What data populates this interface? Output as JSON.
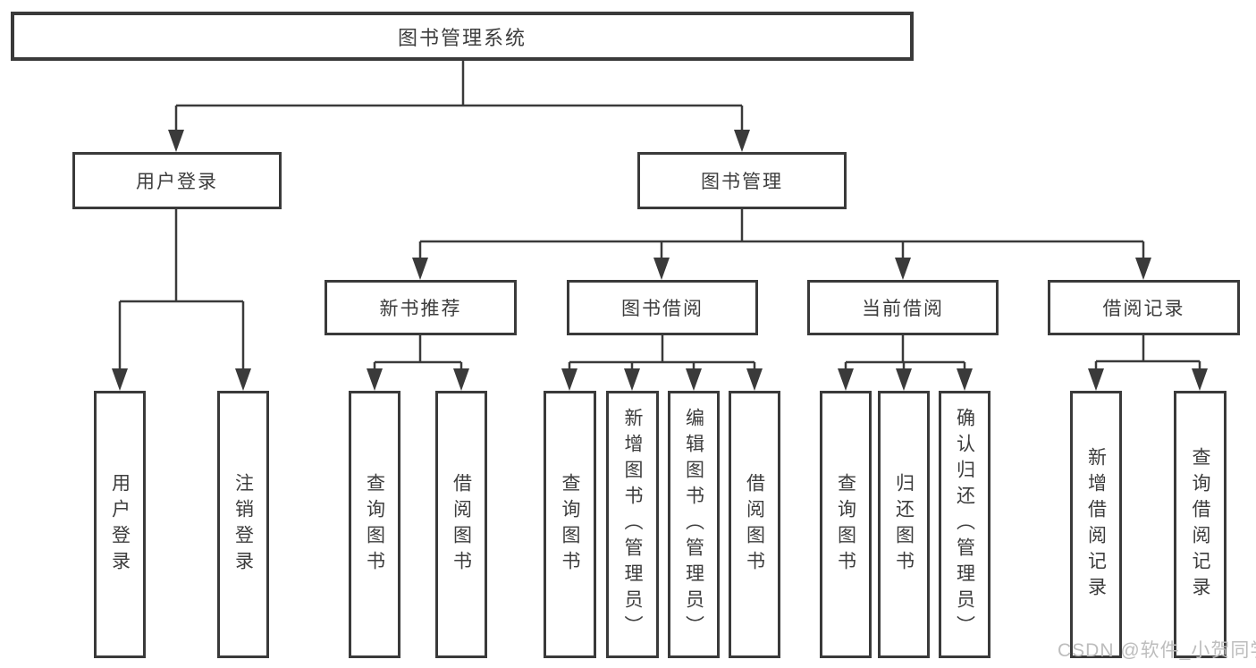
{
  "diagram_title": "图书管理系统",
  "tree": {
    "root_label": "图书管理系统",
    "branches": [
      {
        "label": "用户登录",
        "children": [
          {
            "label": "用户登录"
          },
          {
            "label": "注销登录"
          }
        ]
      },
      {
        "label": "图书管理",
        "groups": [
          {
            "label": "新书推荐",
            "children": [
              {
                "label": "查询图书"
              },
              {
                "label": "借阅图书"
              }
            ]
          },
          {
            "label": "图书借阅",
            "children": [
              {
                "label": "查询图书"
              },
              {
                "label": "新增图书（管理员）"
              },
              {
                "label": "编辑图书（管理员）"
              },
              {
                "label": "借阅图书"
              }
            ]
          },
          {
            "label": "当前借阅",
            "children": [
              {
                "label": "查询图书"
              },
              {
                "label": "归还图书"
              },
              {
                "label": "确认归还（管理员）"
              }
            ]
          },
          {
            "label": "借阅记录",
            "children": [
              {
                "label": "新增借阅记录"
              },
              {
                "label": "查询借阅记录"
              }
            ]
          }
        ]
      }
    ]
  },
  "watermark": {
    "text": "CSDN @软件_小贺同学"
  },
  "colors": {
    "line": "#3a3a3a",
    "box_border": "#3a3a3a",
    "text": "#3d3d3d",
    "watermark": "#bdbdbd",
    "background": "#ffffff"
  }
}
